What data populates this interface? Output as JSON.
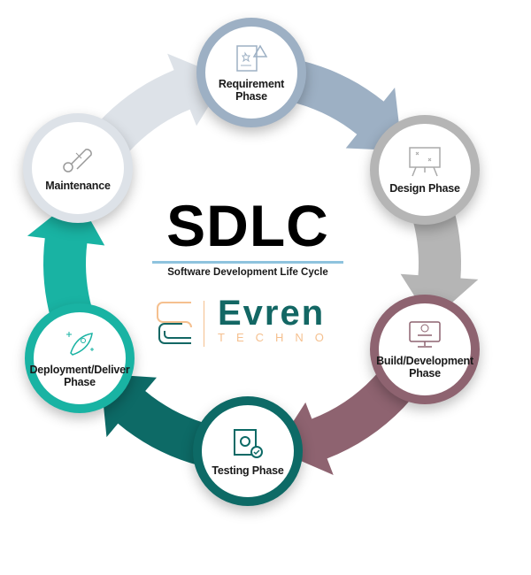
{
  "title": "SDLC",
  "subtitle": "Software Development Life Cycle",
  "brand": {
    "name": "Evren",
    "tagline": "TECHNO"
  },
  "colors": {
    "accent_rule": "#8ec3de",
    "brand_teal": "#136764",
    "brand_orange": "#f5c08f"
  },
  "phases": [
    {
      "label": "Requirement Phase",
      "icon": "requirement-clipboard-icon",
      "color": "#9db0c4"
    },
    {
      "label": "Design Phase",
      "icon": "whiteboard-plan-icon",
      "color": "#b5b5b5"
    },
    {
      "label": "Build/Development Phase",
      "icon": "monitor-code-icon",
      "color": "#8e6370"
    },
    {
      "label": "Testing Phase",
      "icon": "test-clipboard-gear-icon",
      "color": "#0d6a66"
    },
    {
      "label": "Deployment/Deliver Phase",
      "icon": "rocket-icon",
      "color": "#19b3a3"
    },
    {
      "label": "Maintenance",
      "icon": "wrench-hand-icon",
      "color": "#dde2e8"
    }
  ]
}
